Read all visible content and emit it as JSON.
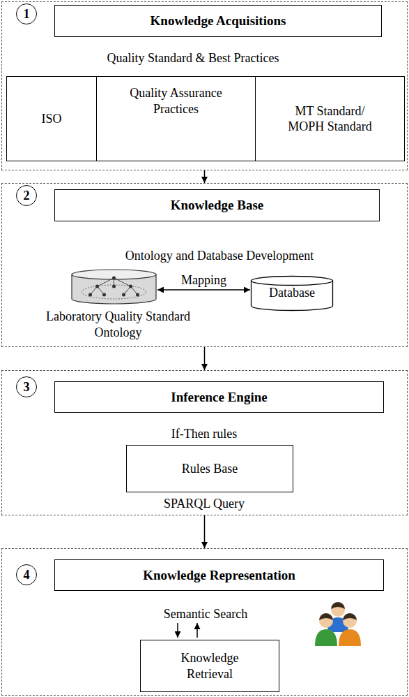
{
  "diagram": {
    "nodes": [
      {
        "text": [
          "Quality Standard & Best Practices"
        ]
      },
      {
        "text": [
          "1"
        ],
        "in": 0
      },
      {
        "text": [
          "Knowledge Acquisitions"
        ],
        "in": 0
      },
      {
        "text": [
          "ISO"
        ],
        "in": 0
      },
      {
        "text": [
          "Quality Assurance Practices"
        ],
        "in": 0
      },
      {
        "text": [
          "MT Standard/ MOPH Standard"
        ],
        "in": 0
      },
      {
        "text": [
          "Ontology and Database Development"
        ]
      },
      {
        "text": [
          "2"
        ],
        "in": 6
      },
      {
        "text": [
          "Knowledge Base"
        ],
        "in": 6
      },
      {
        "text": [
          "Laboratory Quality Standard Ontology"
        ],
        "in": 6
      },
      {
        "text": [
          "Database"
        ],
        "in": 6
      },
      {
        "text": [
          "If-Then rules",
          "SPARQL Query"
        ]
      },
      {
        "text": [
          "3"
        ],
        "in": 11
      },
      {
        "text": [
          "Inference Engine"
        ],
        "in": 11
      },
      {
        "text": [
          "Rules Base"
        ],
        "in": 11
      },
      {
        "text": [
          "Semantic Search"
        ]
      },
      {
        "text": [
          "4"
        ],
        "in": 15
      },
      {
        "text": [
          "Knowledge Representation"
        ],
        "in": 15
      },
      {
        "text": [
          "Knowledge Retrieval"
        ],
        "in": 15
      }
    ],
    "edges": [
      {
        "from": 0,
        "to": 6,
        "arrow": "to"
      },
      {
        "from": 6,
        "to": 11,
        "arrow": "to"
      },
      {
        "from": 11,
        "to": 15,
        "arrow": "to"
      },
      {
        "from": 9,
        "to": 10,
        "label": "Mapping",
        "arrow": "both"
      }
    ]
  }
}
